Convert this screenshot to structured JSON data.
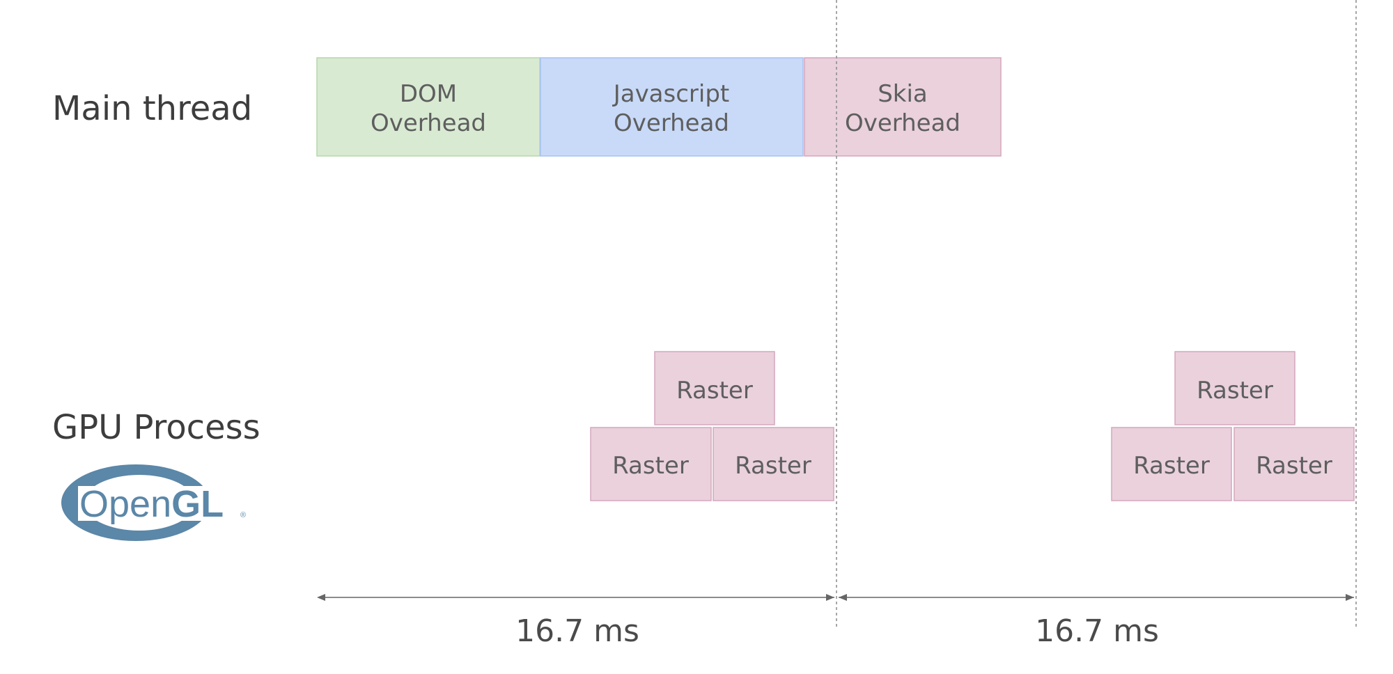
{
  "rows": {
    "main_thread": "Main thread",
    "gpu_process": "GPU Process"
  },
  "main_thread_blocks": [
    {
      "label": [
        "DOM",
        "Overhead"
      ],
      "color": "#d9ead3"
    },
    {
      "label": [
        "Javascript",
        "Overhead"
      ],
      "color": "#c9daf8"
    },
    {
      "label": [
        "Skia",
        "Overhead"
      ],
      "color": "#ead1dc"
    }
  ],
  "raster_groups": [
    {
      "tiles": [
        "Raster",
        "Raster",
        "Raster"
      ],
      "color": "#ead1dc"
    },
    {
      "tiles": [
        "Raster",
        "Raster",
        "Raster"
      ],
      "color": "#ead1dc"
    }
  ],
  "frames": [
    {
      "duration": "16.7 ms"
    },
    {
      "duration": "16.7 ms"
    }
  ],
  "logo": {
    "open": "Open",
    "gl": "GL",
    "registered": "®",
    "color": "#5b87a8"
  },
  "colors": {
    "block_border_green": "#b6d7a8",
    "block_border_blue": "#a4c2f4",
    "block_border_pink": "#d5a6bd",
    "divider": "#8a8a8a",
    "arrow": "#666666"
  }
}
